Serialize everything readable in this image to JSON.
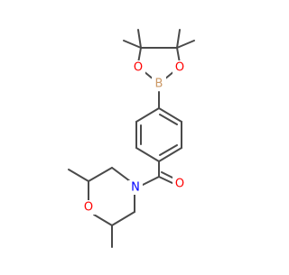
{
  "molecule": {
    "atoms": {
      "boron": "B",
      "oxygen_left": "O",
      "oxygen_right": "O",
      "carbonyl_oxygen": "O",
      "morpholine_nitrogen": "N",
      "morpholine_oxygen": "O"
    },
    "colors": {
      "bond": "#4a4a4a",
      "carbon": "#4a4a4a",
      "oxygen": "#ff0000",
      "nitrogen": "#0000ff",
      "boron": "#cc9966"
    }
  }
}
